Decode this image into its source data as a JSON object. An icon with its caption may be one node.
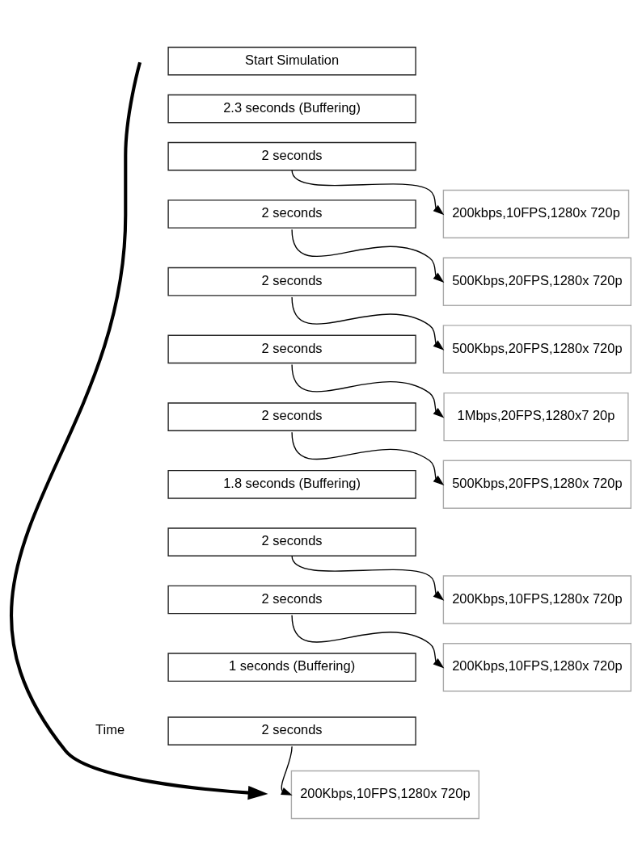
{
  "diagram": {
    "nodes": [
      {
        "text": [
          "Start Simulation"
        ]
      },
      {
        "text": [
          "2.3 seconds (Buffering)"
        ]
      },
      {
        "text": [
          "2 seconds"
        ]
      },
      {
        "text": [
          "200kbps,10FPS,1280x 720p"
        ]
      },
      {
        "text": [
          "2 seconds"
        ]
      },
      {
        "text": [
          "500Kbps,20FPS,1280x 720p"
        ]
      },
      {
        "text": [
          "2 seconds"
        ]
      },
      {
        "text": [
          "500Kbps,20FPS,1280x 720p"
        ]
      },
      {
        "text": [
          "2 seconds"
        ]
      },
      {
        "text": [
          "1Mbps,20FPS,1280x7 20p"
        ]
      },
      {
        "text": [
          "2 seconds"
        ]
      },
      {
        "text": [
          "500Kbps,20FPS,1280x 720p"
        ]
      },
      {
        "text": [
          "1.8 seconds (Buffering)"
        ]
      },
      {
        "text": [
          "2 seconds"
        ]
      },
      {
        "text": [
          "200Kbps,10FPS,1280x 720p"
        ]
      },
      {
        "text": [
          "2 seconds"
        ]
      },
      {
        "text": [
          "200Kbps,10FPS,1280x 720p"
        ]
      },
      {
        "text": [
          "1 seconds (Buffering)"
        ]
      },
      {
        "text": [
          "2 seconds"
        ]
      },
      {
        "text": [
          "200Kbps,10FPS,1280x 720p"
        ]
      }
    ],
    "edges": [
      {
        "from": 2,
        "to": 3,
        "arrow": "to"
      },
      {
        "from": 4,
        "to": 5,
        "arrow": "to"
      },
      {
        "from": 6,
        "to": 7,
        "arrow": "to"
      },
      {
        "from": 8,
        "to": 9,
        "arrow": "to"
      },
      {
        "from": 10,
        "to": 11,
        "arrow": "to"
      },
      {
        "from": 13,
        "to": 14,
        "arrow": "to"
      },
      {
        "from": 15,
        "to": 16,
        "arrow": "to"
      },
      {
        "from": 18,
        "to": 19,
        "arrow": "to"
      }
    ],
    "labels": [
      "Time"
    ]
  }
}
